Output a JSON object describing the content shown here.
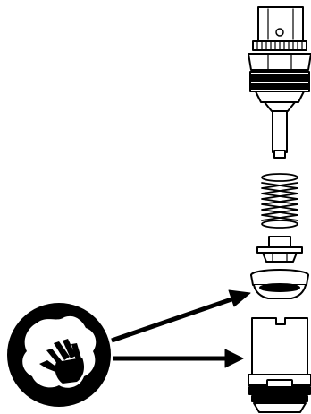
{
  "diagram": {
    "components": [
      {
        "id": "valve-head-assembly"
      },
      {
        "id": "spring"
      },
      {
        "id": "valve-disc"
      },
      {
        "id": "seal-washer"
      },
      {
        "id": "valve-body-sleeve"
      }
    ],
    "symbols": [
      {
        "id": "wipe-clean-cloth-hand"
      }
    ],
    "arrows": [
      {
        "from": "wipe-clean-cloth-hand",
        "to": "seal-washer"
      },
      {
        "from": "wipe-clean-cloth-hand",
        "to": "valve-body-sleeve"
      }
    ],
    "colors": {
      "ink": "#000000",
      "paper": "#ffffff"
    }
  }
}
